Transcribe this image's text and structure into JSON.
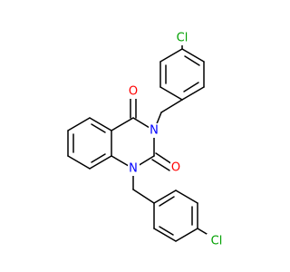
{
  "molecule": {
    "atoms": {
      "chlorine_top": "Cl",
      "nitrogen_3": "N",
      "oxygen_4": "O",
      "oxygen_2": "O",
      "nitrogen_1": "N",
      "chlorine_bottom": "Cl"
    }
  },
  "colors": {
    "bond": "#000000",
    "nitrogen": "#0000ff",
    "oxygen": "#ff0000",
    "chlorine": "#00a000"
  }
}
